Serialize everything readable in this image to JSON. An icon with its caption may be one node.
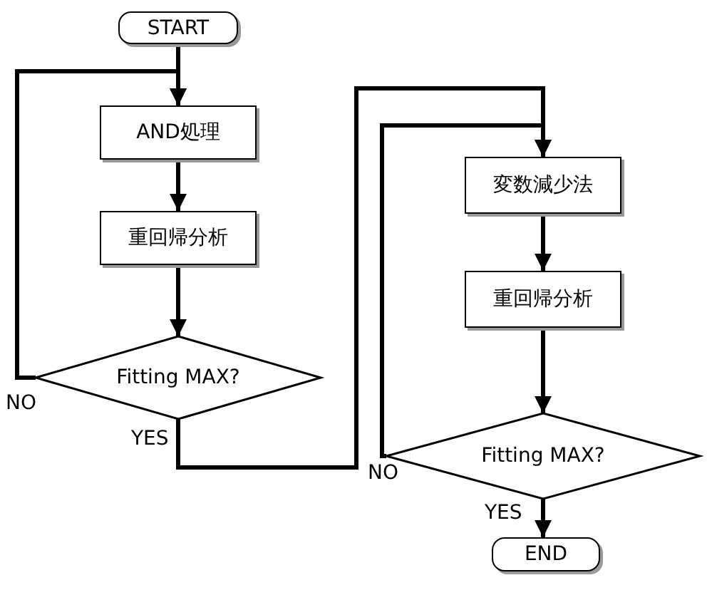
{
  "diagram": {
    "nodes": [
      {
        "text": [
          "START"
        ]
      },
      {
        "text": [
          "AND処理"
        ]
      },
      {
        "text": [
          "重回帰分析"
        ]
      },
      {
        "text": [
          "Fitting MAX?"
        ]
      },
      {
        "text": [
          "変数減少法"
        ]
      },
      {
        "text": [
          "重回帰分析"
        ]
      },
      {
        "text": [
          "Fitting MAX?"
        ]
      },
      {
        "text": [
          "END"
        ]
      }
    ],
    "edges": [
      {
        "from": 0,
        "to": 1,
        "arrow": "to"
      },
      {
        "from": 1,
        "to": 2,
        "arrow": "to"
      },
      {
        "from": 2,
        "to": 3,
        "arrow": "to"
      },
      {
        "from": 3,
        "to": 1,
        "arrow": "to",
        "label": "NO"
      },
      {
        "from": 3,
        "to": 4,
        "arrow": "to",
        "label": "YES"
      },
      {
        "from": 4,
        "to": 5,
        "arrow": "to"
      },
      {
        "from": 5,
        "to": 6,
        "arrow": "to"
      },
      {
        "from": 6,
        "to": 4,
        "arrow": "to",
        "label": "NO"
      },
      {
        "from": 6,
        "to": 7,
        "arrow": "to",
        "label": "YES"
      }
    ]
  }
}
